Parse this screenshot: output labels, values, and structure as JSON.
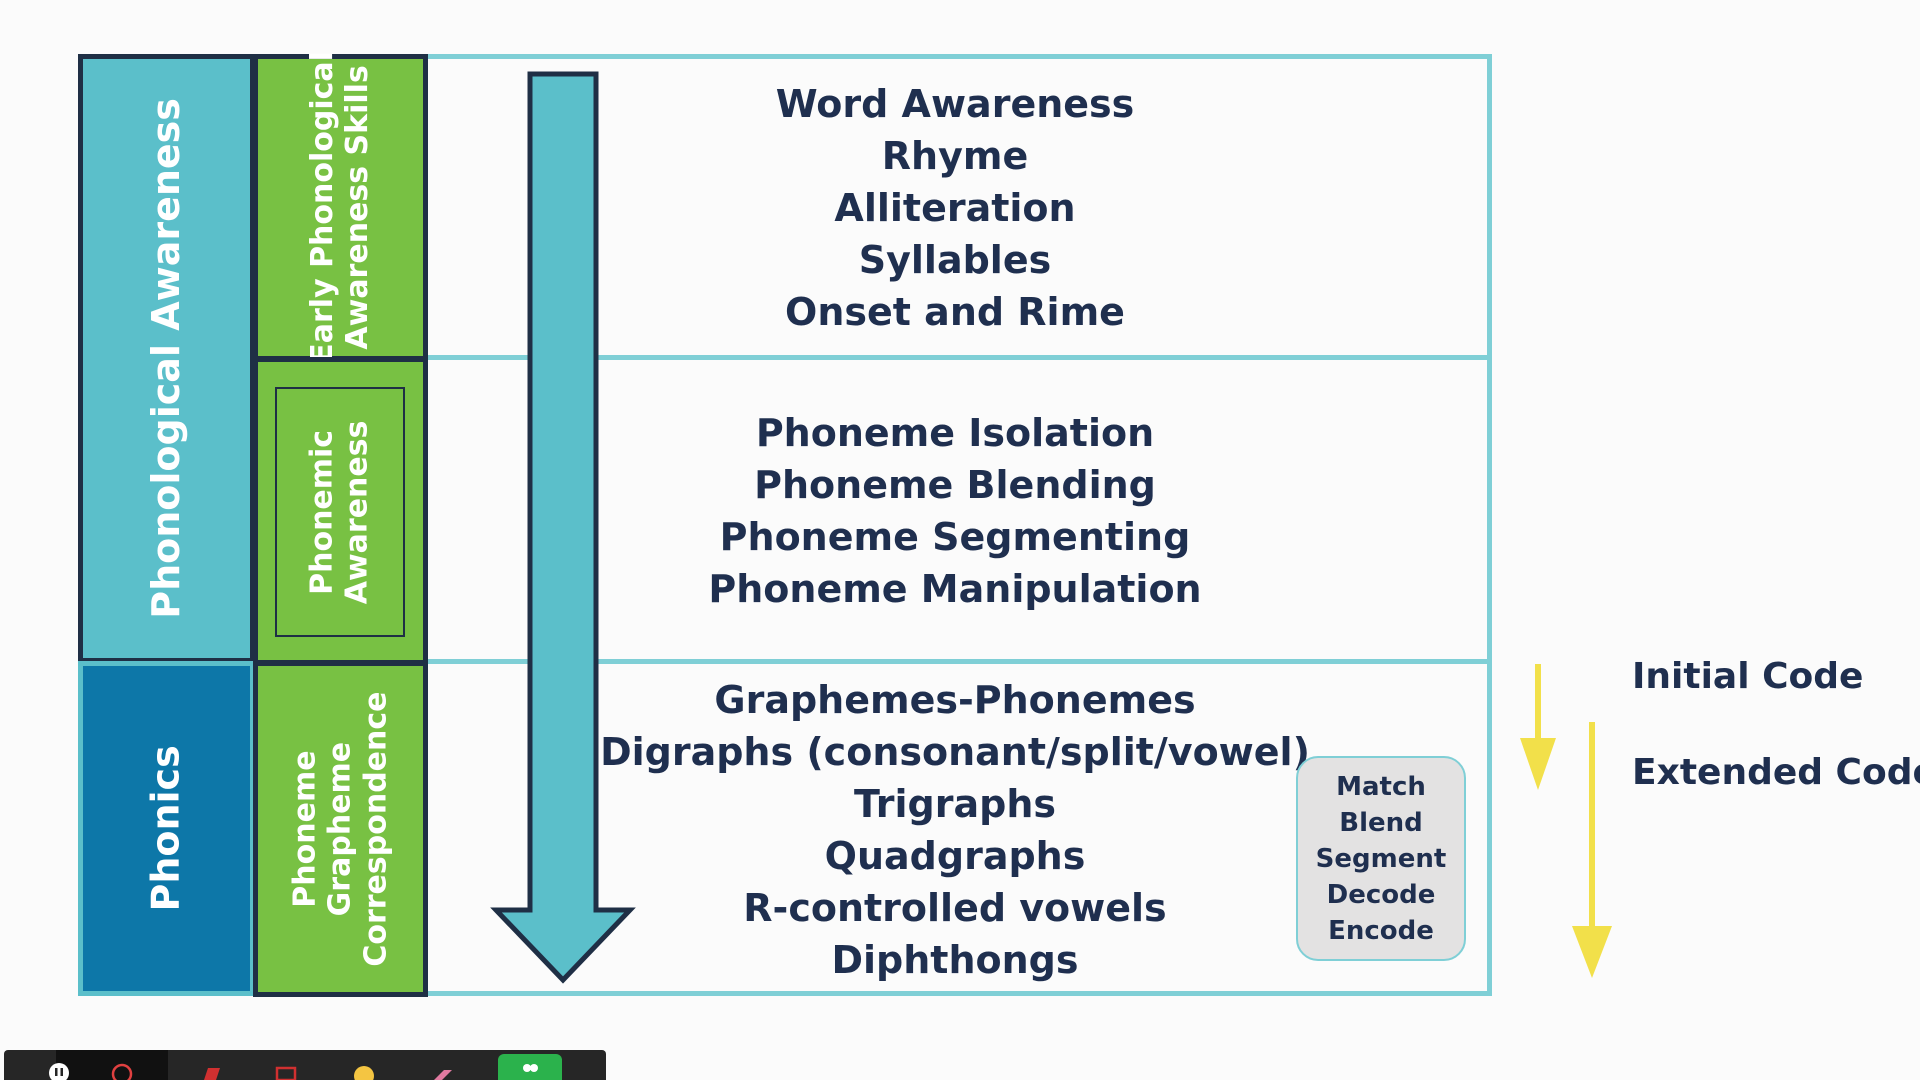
{
  "diagram": {
    "phonological_awareness": "Phonological Awareness",
    "phonics": "Phonics",
    "early_skills_line1": "Early Phonological",
    "early_skills_line2": "Awareness Skills",
    "phonemic_line1": "Phonemic",
    "phonemic_line2": "Awareness",
    "pgc_line1": "Phoneme",
    "pgc_line2": "Grapheme",
    "pgc_line3": "Correspondence",
    "early_skills_list": [
      "Word Awareness",
      "Rhyme",
      "Alliteration",
      "Syllables",
      "Onset and Rime"
    ],
    "phonemic_list": [
      "Phoneme Isolation",
      "Phoneme Blending",
      "Phoneme Segmenting",
      "Phoneme Manipulation"
    ],
    "phonics_list": [
      "Graphemes-Phonemes",
      "Digraphs (consonant/split/vowel)",
      "Trigraphs",
      "Quadgraphs",
      "R-controlled vowels",
      "Diphthongs"
    ],
    "skills_box": [
      "Match",
      "Blend",
      "Segment",
      "Decode",
      "Encode"
    ],
    "initial_code": "Initial Code",
    "extended_code": "Extended Code"
  },
  "colors": {
    "teal": "#5bbfca",
    "dark_blue": "#0d77a8",
    "green": "#78c143",
    "navy_text": "#1f2f4f",
    "yellow_arrow": "#f2e04a"
  },
  "taskbar": {
    "icons": [
      "pause-icon",
      "record-icon",
      "pen-icon",
      "square-icon",
      "emoji-icon",
      "eraser-icon",
      "participants-icon"
    ]
  }
}
